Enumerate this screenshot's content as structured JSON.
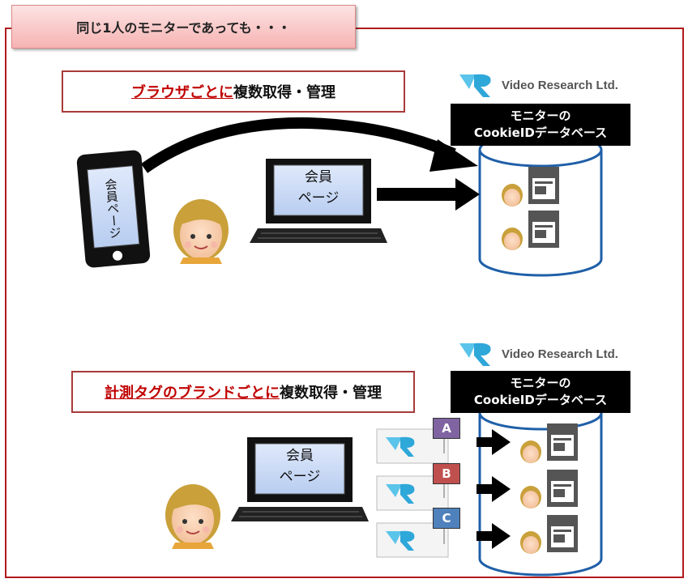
{
  "header": {
    "title": "同じ1人のモニターであっても・・・"
  },
  "section1": {
    "callout_emphasis": "ブラウザごとに",
    "callout_rest": "複数取得・管理",
    "logo_text": "Video Research Ltd.",
    "db_title_line1": "モニターの",
    "db_title_line2": "CookieIDデータベース",
    "phone_screen_text": "会員ページ",
    "laptop_screen_line1": "会員",
    "laptop_screen_line2": "ページ"
  },
  "section2": {
    "callout_emphasis": "計測タグのブランドごとに",
    "callout_rest": "複数取得・管理",
    "logo_text": "Video Research Ltd.",
    "db_title_line1": "モニターの",
    "db_title_line2": "CookieIDデータベース",
    "laptop_screen_line1": "会員",
    "laptop_screen_line2": "ページ",
    "tags": [
      {
        "label": "A",
        "color": "#8064a2"
      },
      {
        "label": "B",
        "color": "#c0504d"
      },
      {
        "label": "C",
        "color": "#4f81bd"
      }
    ]
  },
  "colors": {
    "frame": "#b01a1a",
    "accent_red": "#c00000",
    "db_blue": "#1f5fa8"
  }
}
